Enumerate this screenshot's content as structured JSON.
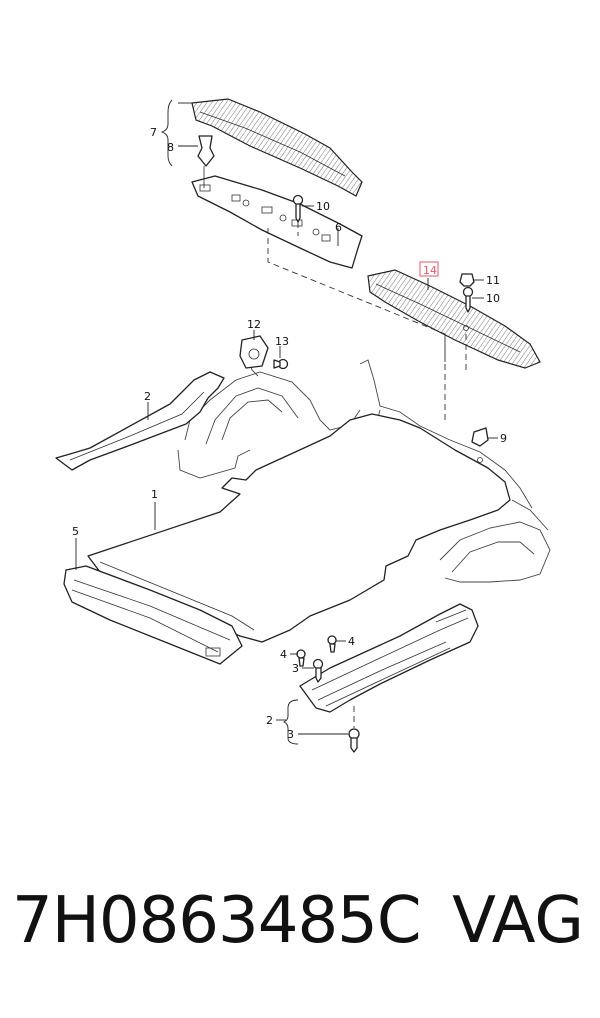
{
  "caption": {
    "part_number": "7H0863485C",
    "brand": "VAG"
  },
  "callouts": {
    "c1": "1",
    "c2a": "2",
    "c2b": "2",
    "c3a": "3",
    "c3b": "3",
    "c4a": "4",
    "c4b": "4",
    "c5": "5",
    "c6": "6",
    "c7": "7",
    "c8": "8",
    "c9": "9",
    "c10a": "10",
    "c10b": "10",
    "c11": "11",
    "c12": "12",
    "c13": "13",
    "c14": "14"
  },
  "highlight_color": "#e05a6a"
}
